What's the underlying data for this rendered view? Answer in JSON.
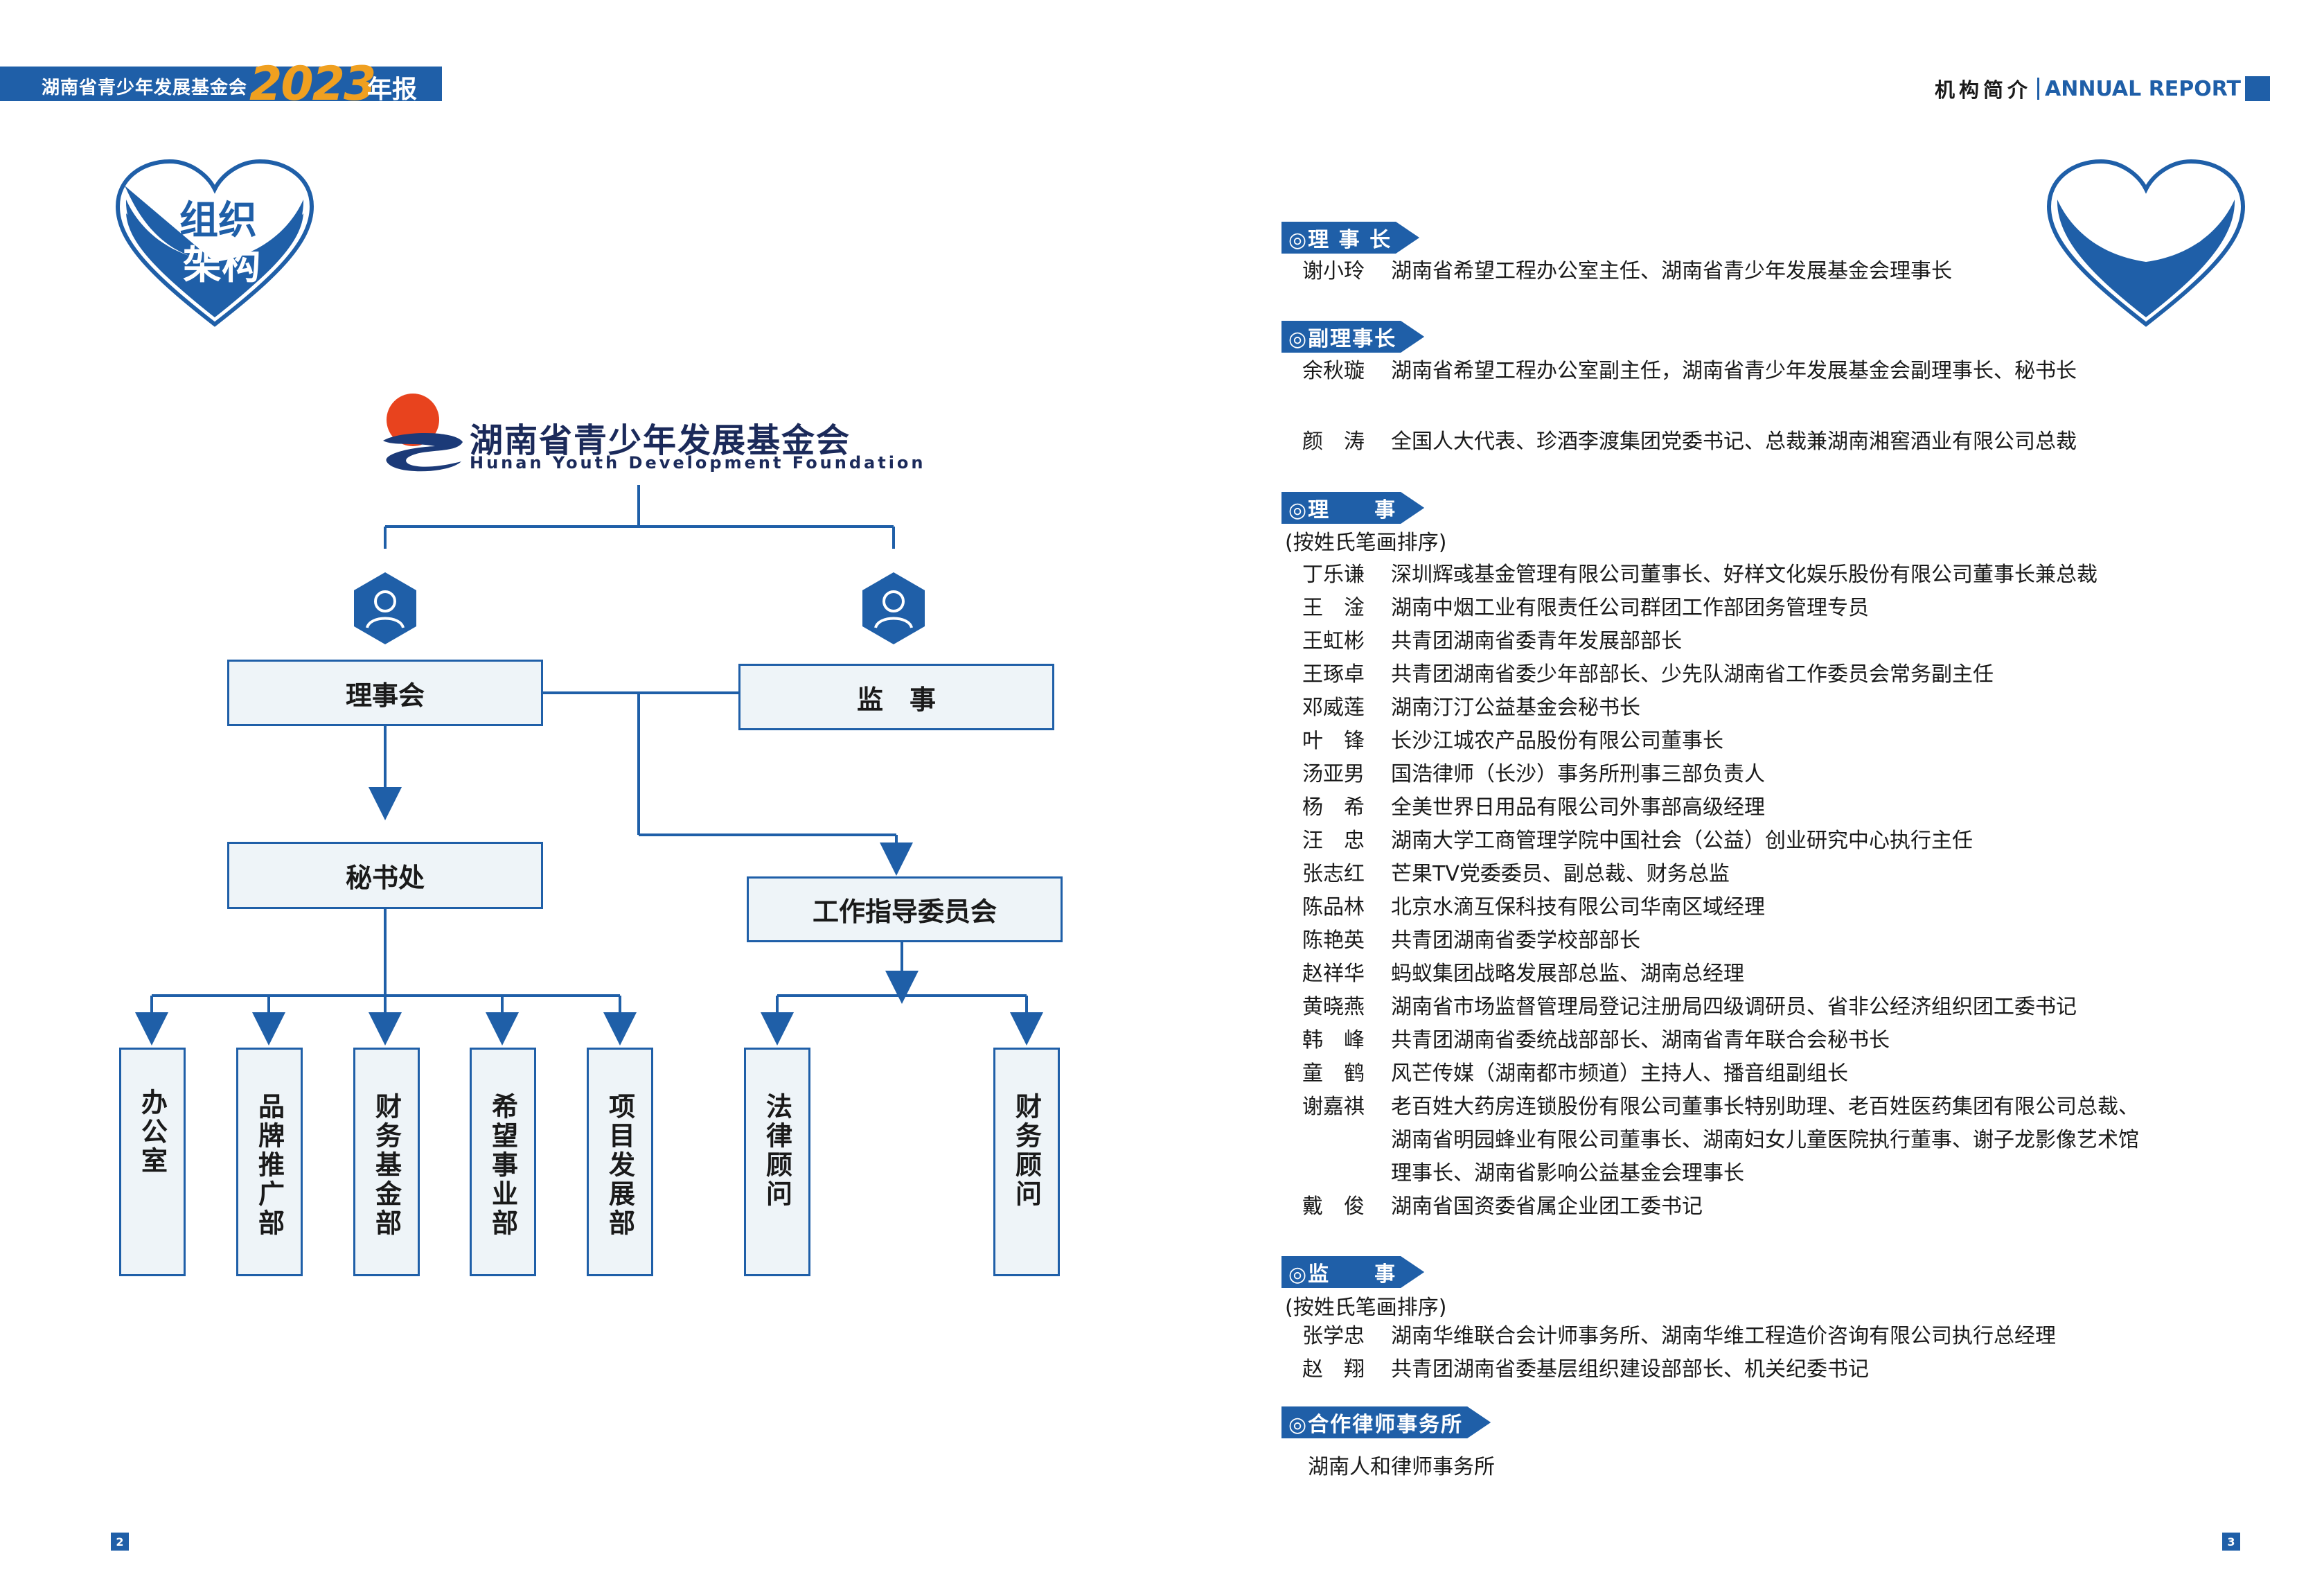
{
  "header_left": {
    "org": "湖南省青少年发展基金会",
    "year": "2023",
    "report": "年报"
  },
  "header_right": {
    "section": "机构简介",
    "english": "ANNUAL REPORT"
  },
  "left_heart": {
    "line1": "组织",
    "line2": "架构"
  },
  "right_heart": {
    "title": "理事会"
  },
  "logo": {
    "name_cn": "湖南省青少年发展基金会",
    "name_en": "Hunan Youth Development Foundation"
  },
  "org_chart": {
    "board": "理事会",
    "supervisor": "监　事",
    "secretariat": "秘书处",
    "committee": "工作指导委员会",
    "departments": [
      "办公室",
      "品牌推广部",
      "财务基金部",
      "希望事业部",
      "项目发展部"
    ],
    "advisors": [
      "法律顾问",
      "财务顾问"
    ]
  },
  "roster": {
    "chairman": {
      "label": "◎理 事 长",
      "members": [
        {
          "name": "谢小玲",
          "desc": "湖南省希望工程办公室主任、湖南省青少年发展基金会理事长"
        }
      ]
    },
    "vice_chairman": {
      "label": "◎副理事长",
      "members": [
        {
          "name": "余秋璇",
          "desc": "湖南省希望工程办公室副主任，湖南省青少年发展基金会副理事长、秘书长"
        },
        {
          "name": "颜　涛",
          "desc": "全国人大代表、珍酒李渡集团党委书记、总裁兼湖南湘窖酒业有限公司总裁"
        }
      ]
    },
    "directors": {
      "label": "◎理　　事",
      "note": "(按姓氏笔画排序)",
      "members": [
        {
          "name": "丁乐谦",
          "desc": "深圳辉彧基金管理有限公司董事长、好样文化娱乐股份有限公司董事长兼总裁"
        },
        {
          "name": "王　淦",
          "desc": "湖南中烟工业有限责任公司群团工作部团务管理专员"
        },
        {
          "name": "王虹彬",
          "desc": "共青团湖南省委青年发展部部长"
        },
        {
          "name": "王琢卓",
          "desc": "共青团湖南省委少年部部长、少先队湖南省工作委员会常务副主任"
        },
        {
          "name": "邓威莲",
          "desc": "湖南汀汀公益基金会秘书长"
        },
        {
          "name": "叶　锋",
          "desc": "长沙江城农产品股份有限公司董事长"
        },
        {
          "name": "汤亚男",
          "desc": "国浩律师（长沙）事务所刑事三部负责人"
        },
        {
          "name": "杨　希",
          "desc": "全美世界日用品有限公司外事部高级经理"
        },
        {
          "name": "汪　忠",
          "desc": "湖南大学工商管理学院中国社会（公益）创业研究中心执行主任"
        },
        {
          "name": "张志红",
          "desc": "芒果TV党委委员、副总裁、财务总监"
        },
        {
          "name": "陈品林",
          "desc": "北京水滴互保科技有限公司华南区域经理"
        },
        {
          "name": "陈艳英",
          "desc": "共青团湖南省委学校部部长"
        },
        {
          "name": "赵祥华",
          "desc": "蚂蚁集团战略发展部总监、湖南总经理"
        },
        {
          "name": "黄晓燕",
          "desc": "湖南省市场监督管理局登记注册局四级调研员、省非公经济组织团工委书记"
        },
        {
          "name": "韩　峰",
          "desc": "共青团湖南省委统战部部长、湖南省青年联合会秘书长"
        },
        {
          "name": "童　鹤",
          "desc": "风芒传媒（湖南都市频道）主持人、播音组副组长"
        },
        {
          "name": "谢嘉祺",
          "desc": "老百姓大药房连锁股份有限公司董事长特别助理、老百姓医药集团有限公司总裁、湖南省明园蜂业有限公司董事长、湖南妇女儿童医院执行董事、谢子龙影像艺术馆理事长、湖南省影响公益基金会理事长"
        },
        {
          "name": "戴　俊",
          "desc": "湖南省国资委省属企业团工委书记"
        }
      ]
    },
    "supervisors": {
      "label": "◎监　　事",
      "note": "(按姓氏笔画排序)",
      "members": [
        {
          "name": "张学忠",
          "desc": "湖南华维联合会计师事务所、湖南华维工程造价咨询有限公司执行总经理"
        },
        {
          "name": "赵　翔",
          "desc": "共青团湖南省委基层组织建设部部长、机关纪委书记"
        }
      ]
    },
    "law_firm": {
      "label": "◎合作律师事务所",
      "name": "湖南人和律师事务所"
    }
  },
  "page_numbers": {
    "left": "2",
    "right": "3"
  },
  "colors": {
    "primary": "#1f5fa8",
    "accent": "#f0a020",
    "box_fill": "#eef4f8"
  }
}
